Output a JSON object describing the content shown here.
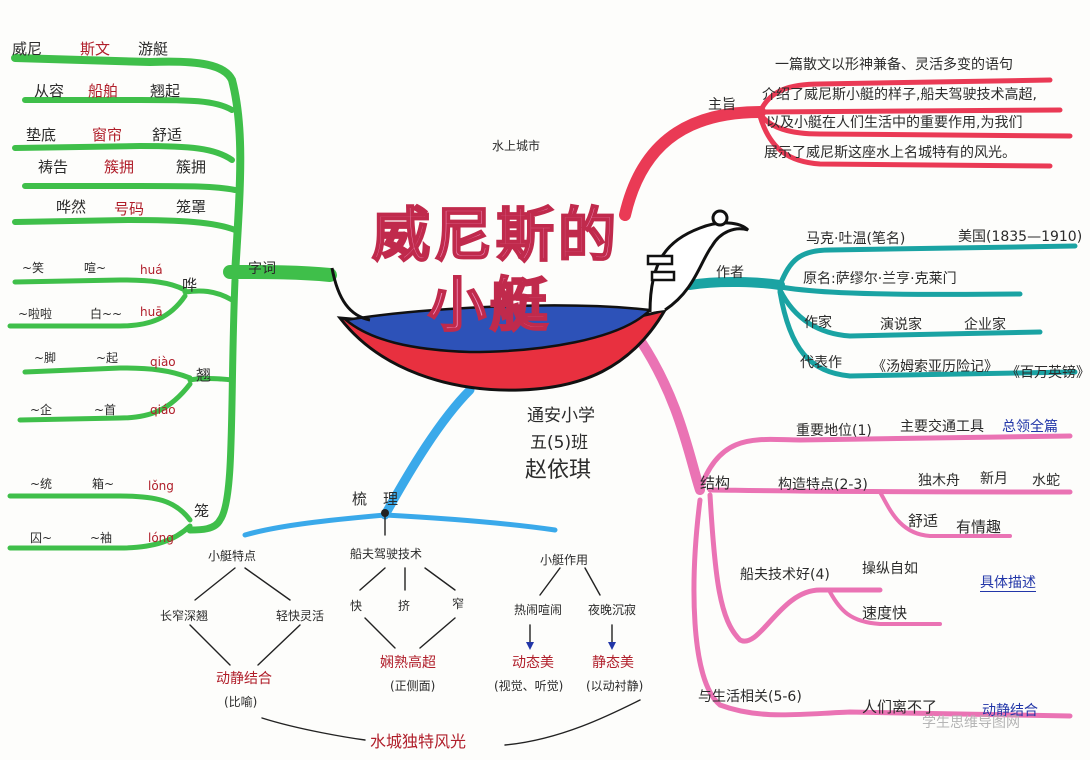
{
  "center": {
    "subtitle": "水上城市",
    "title_line1": "威尼斯的",
    "title_line2": "小艇",
    "author_block": [
      "通安小学",
      "五(5)班",
      "赵依琪"
    ]
  },
  "zhuzhi": {
    "label": "主旨",
    "lines": [
      "一篇散文以形神兼备、灵活多变的语句",
      "介绍了威尼斯小艇的样子,船夫驾驶技术高超,",
      "以及小艇在人们生活中的重要作用,为我们",
      "展示了威尼斯这座水上名城特有的风光。"
    ]
  },
  "zuozhe": {
    "label": "作者",
    "rows": [
      [
        "马克·吐温(笔名)",
        "美国(1835—1910)"
      ],
      [
        "原名:萨缪尔·兰亨·克莱门"
      ],
      [
        "作家",
        "演说家",
        "企业家"
      ],
      [
        "代表作",
        "《汤姆索亚历险记》",
        "《百万英镑》"
      ]
    ]
  },
  "jiegou": {
    "label": "结构",
    "branches": {
      "b1": {
        "label": "重要地位(1)",
        "detail": "主要交通工具",
        "note": "总领全篇"
      },
      "b2": {
        "label": "构造特点(2-3)",
        "items": [
          "独木舟",
          "新月",
          "水蛇"
        ],
        "sub": [
          "舒适",
          "有情趣"
        ]
      },
      "b3": {
        "label": "船夫技术好(4)",
        "items": [
          "操纵自如",
          "速度快"
        ],
        "note": "具体描述"
      },
      "b4": {
        "label": "与生活相关(5-6)",
        "detail": "人们离不了",
        "note": "动静结合"
      }
    }
  },
  "zici": {
    "label": "字词",
    "rows": [
      [
        "威尼",
        "斯文",
        "游艇"
      ],
      [
        "从容",
        "船舶",
        "翘起"
      ],
      [
        "垫底",
        "窗帘",
        "舒适"
      ],
      [
        "祷告",
        "簇拥",
        "簇拥"
      ],
      [
        "哗然",
        "号码",
        "笼罩"
      ]
    ],
    "hua": {
      "label": "哗",
      "r1": [
        "~笑",
        "喧~",
        "huá"
      ],
      "r2": [
        "~啦啦",
        "白~~",
        "huā"
      ]
    },
    "qiao": {
      "label": "翘",
      "r1": [
        "~脚",
        "~起",
        "qiào"
      ],
      "r2": [
        "~企",
        "~首",
        "qiáo"
      ]
    },
    "long": {
      "label": "笼",
      "r1": [
        "~统",
        "箱~",
        "lǒng"
      ],
      "r2": [
        "囚~",
        "~袖",
        "lóng"
      ]
    }
  },
  "shuli": {
    "label": "梳理",
    "cols": [
      {
        "head": "小艇特点",
        "subs": [
          "长窄深翘",
          "轻快灵活"
        ],
        "result": "动静结合",
        "result_note": "(比喻)"
      },
      {
        "head": "船夫驾驶技术",
        "subs": [
          "快",
          "挤",
          "窄"
        ],
        "result": "娴熟高超",
        "result_note": "(正侧面)"
      },
      {
        "head": "小艇作用",
        "subs": [
          "热闹喧闹",
          "夜晚沉寂"
        ],
        "results": [
          "动态美",
          "静态美"
        ],
        "result_notes": [
          "(视觉、听觉)",
          "(以动衬静)"
        ]
      }
    ],
    "bottom": "水城独特风光"
  },
  "watermark": "学生思维导图网",
  "colors": {
    "green": "#3fbf4a",
    "red": "#ea3a55",
    "teal": "#1aa3a3",
    "pink": "#ea73b4",
    "blue": "#3aa9ea",
    "boat_red": "#e8303f",
    "boat_blue": "#2d52b8"
  }
}
